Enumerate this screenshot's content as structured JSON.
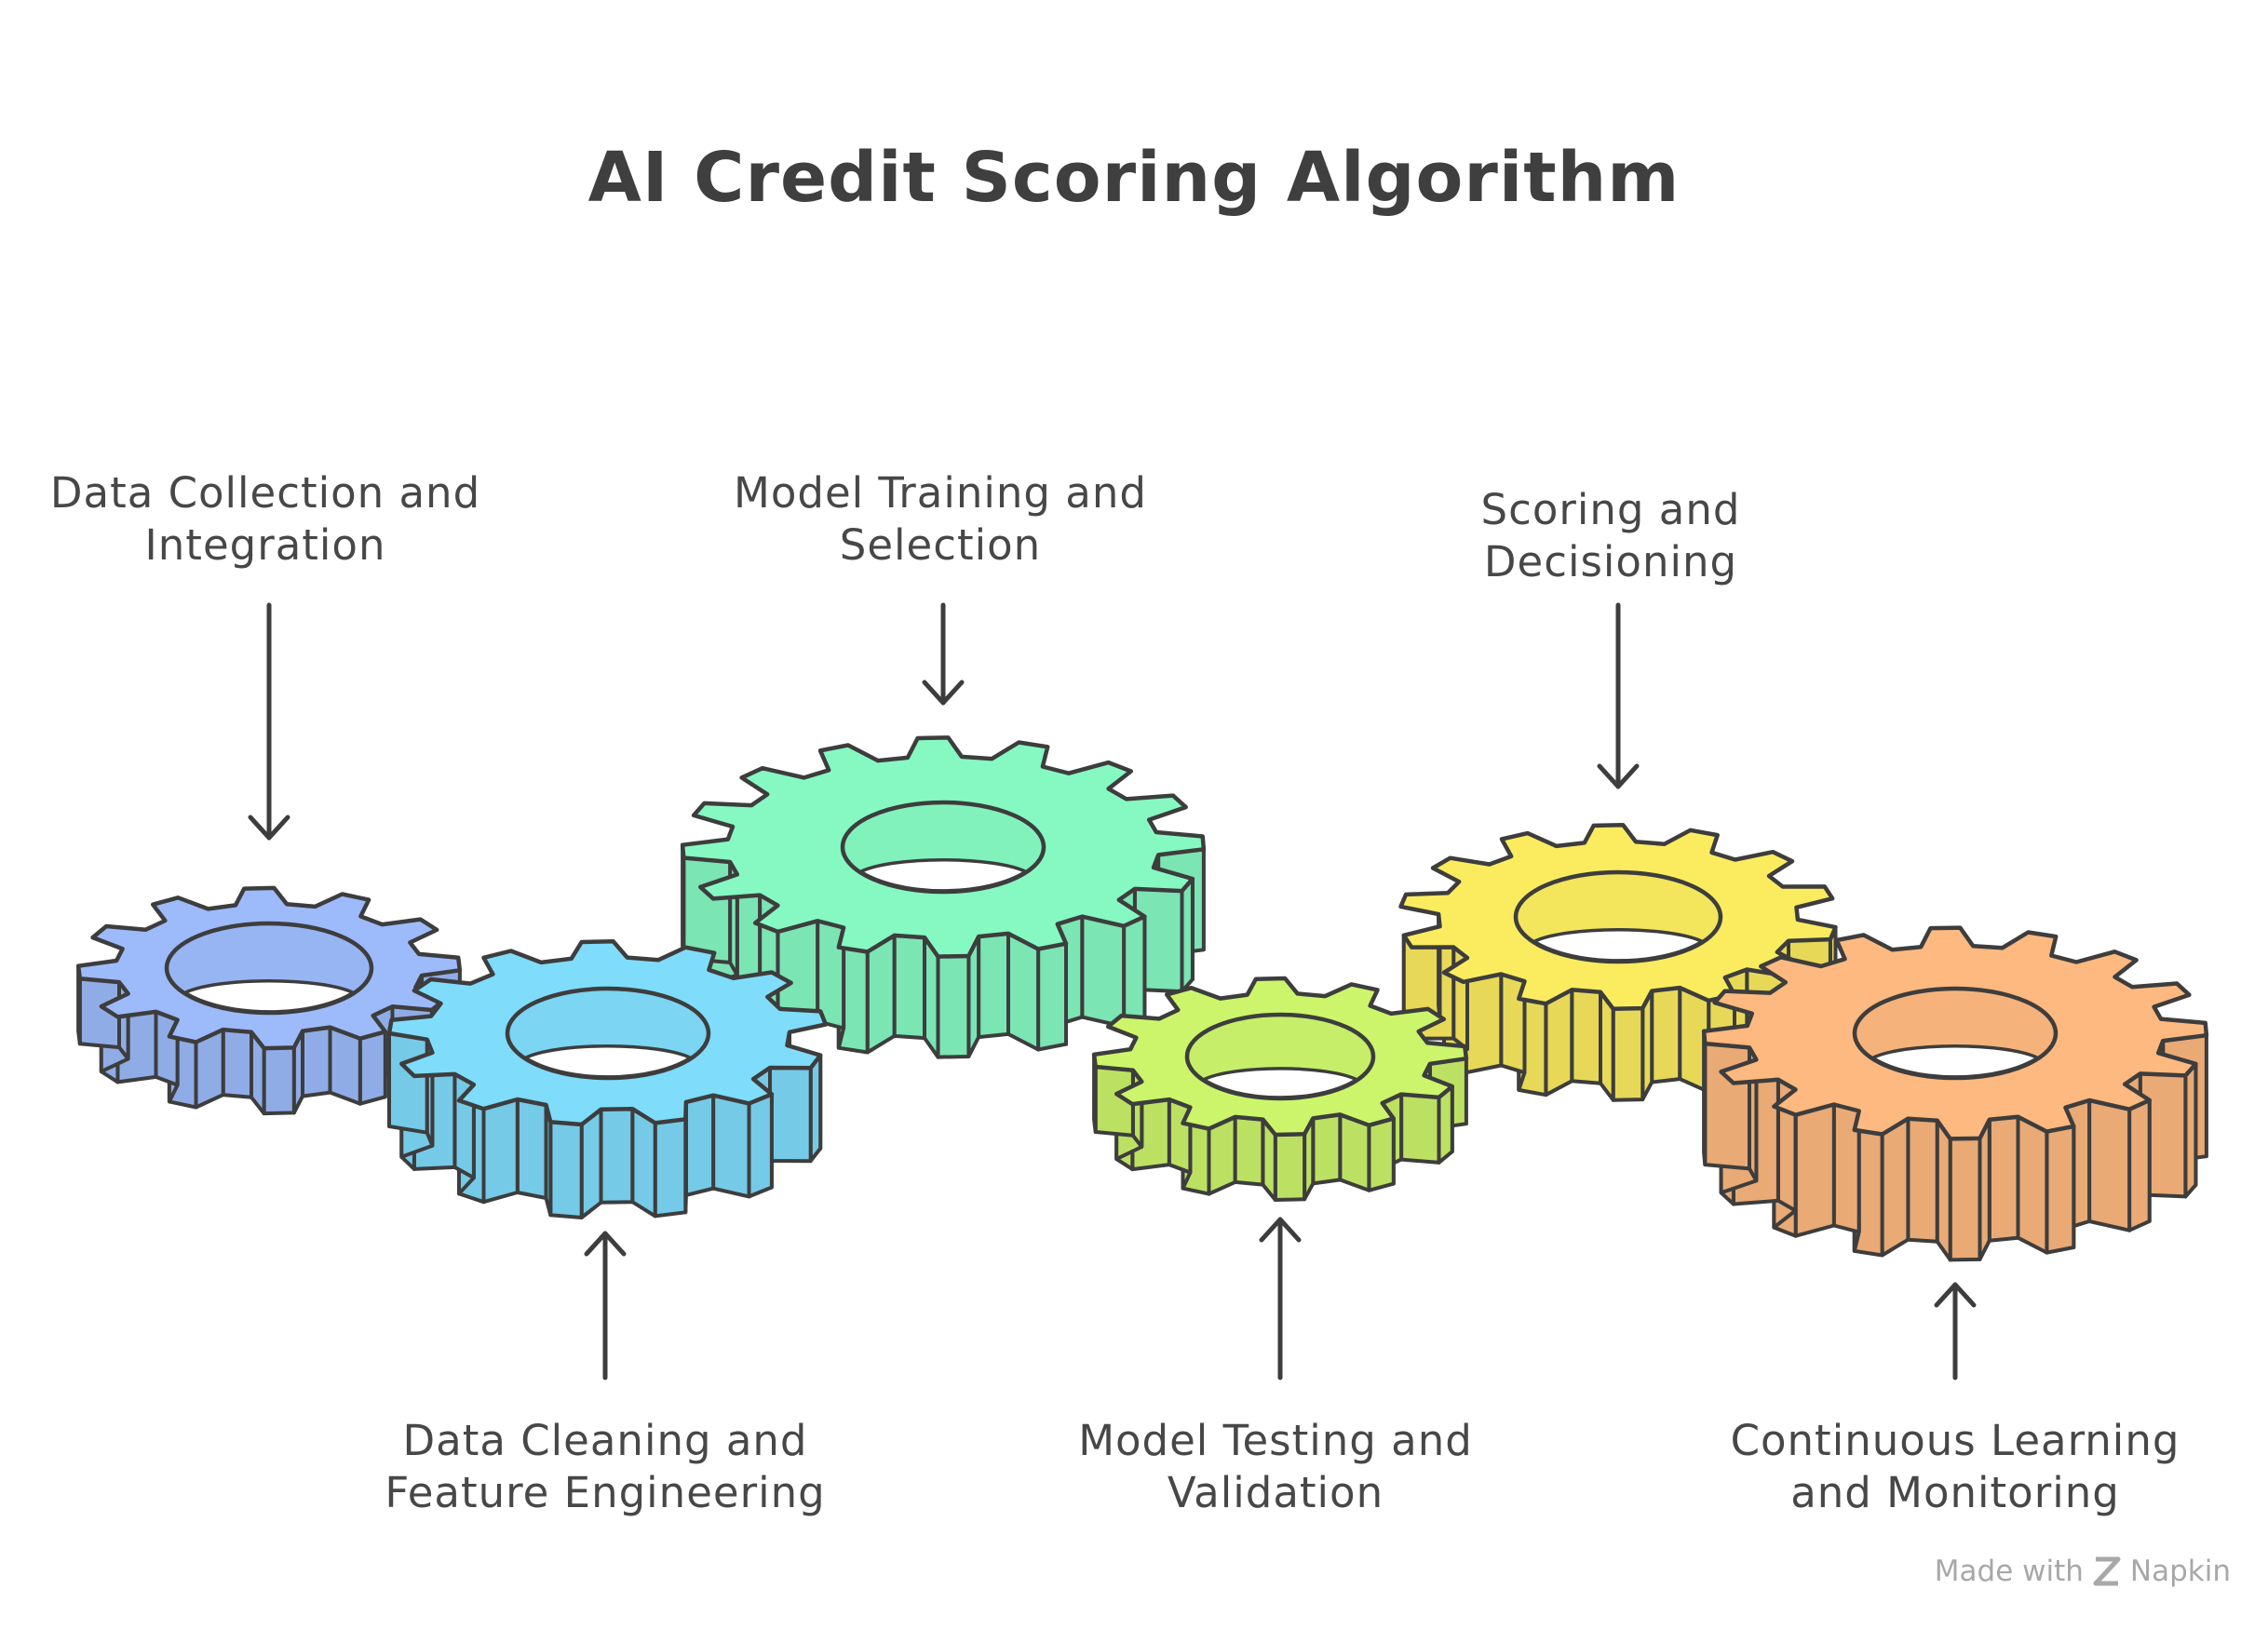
{
  "title": "AI Credit Scoring Algorithm",
  "steps": [
    {
      "line1": "Data Collection and",
      "line2": "Integration",
      "color": "#9dbbfb"
    },
    {
      "line1": "Data Cleaning and",
      "line2": "Feature Engineering",
      "color": "#7fdcfb"
    },
    {
      "line1": "Model Training and",
      "line2": "Selection",
      "color": "#86f9c3"
    },
    {
      "line1": "Model Testing and",
      "line2": "Validation",
      "color": "#ccf56b"
    },
    {
      "line1": "Scoring and",
      "line2": "Decisioning",
      "color": "#fbec5f"
    },
    {
      "line1": "Continuous Learning",
      "line2": "and Monitoring",
      "color": "#fdb97f"
    }
  ],
  "footer": {
    "made_with": "Made with",
    "brand": "Napkin",
    "icon": "napkin-logo-icon"
  }
}
